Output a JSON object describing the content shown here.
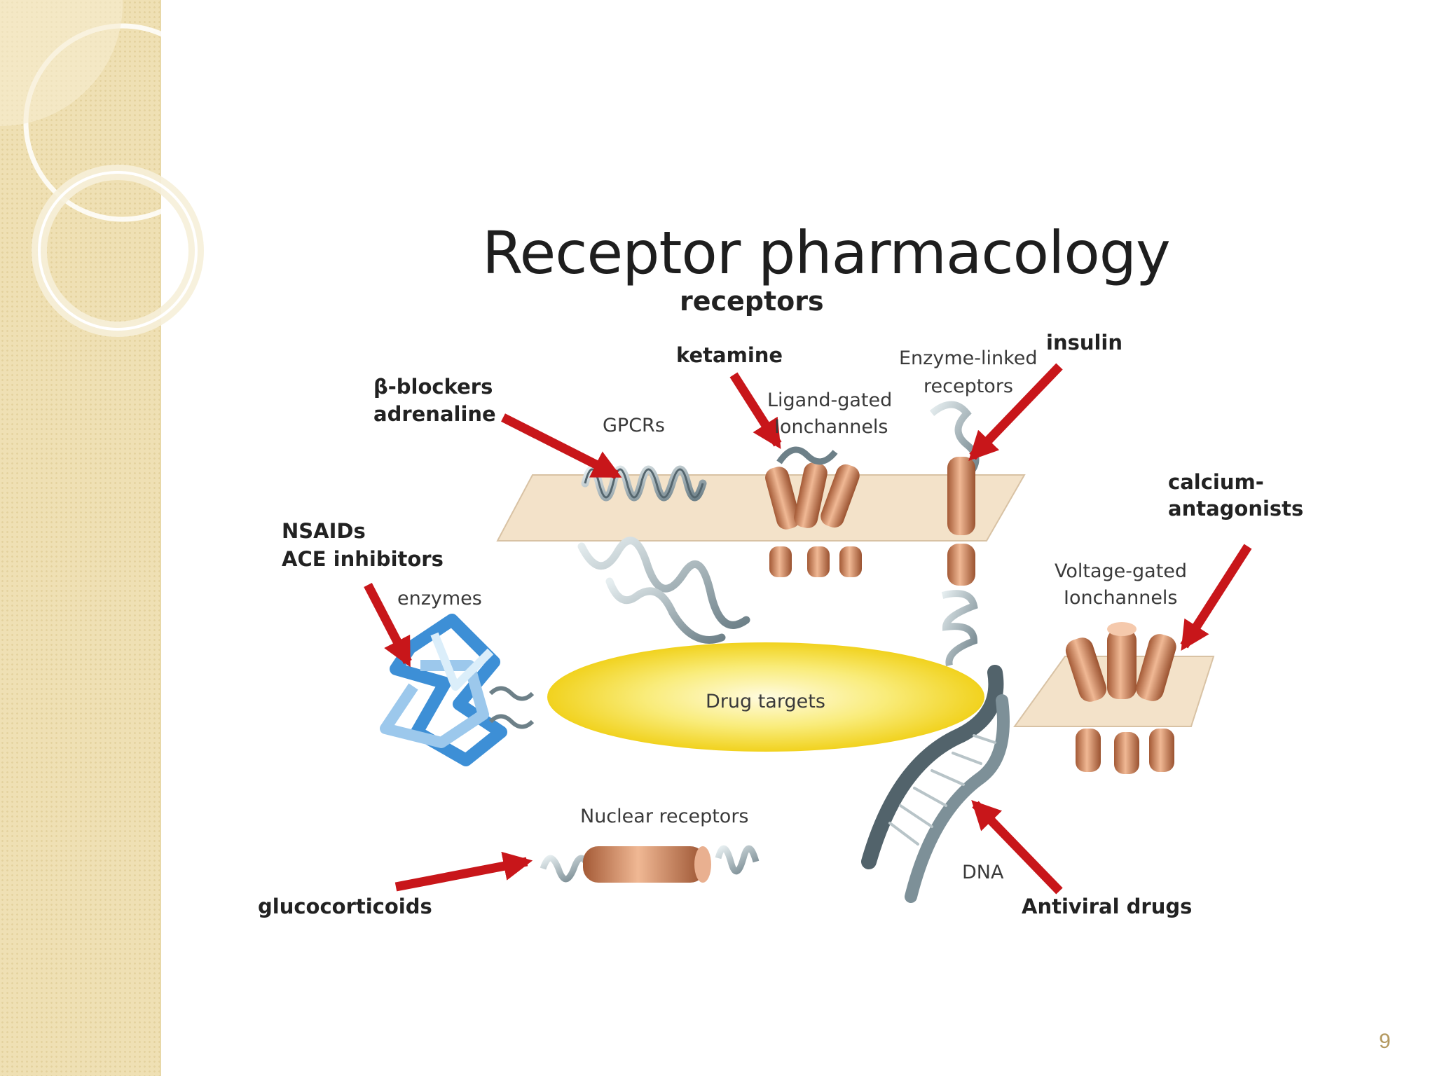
{
  "slide": {
    "title": "Receptor pharmacology",
    "subtitle": "receptors",
    "page_number": "9"
  },
  "targets": {
    "gpcrs": "GPCRs",
    "ligand_gated_1": "Ligand-gated",
    "ligand_gated_2": "Ionchannels",
    "enzyme_linked_1": "Enzyme-linked",
    "enzyme_linked_2": "receptors",
    "enzymes": "enzymes",
    "voltage_gated_1": "Voltage-gated",
    "voltage_gated_2": "Ionchannels",
    "center": "Drug targets",
    "nuclear": "Nuclear receptors",
    "dna": "DNA"
  },
  "drugs": {
    "beta_blockers": "β-blockers",
    "adrenaline": "adrenaline",
    "ketamine": "ketamine",
    "insulin": "insulin",
    "calcium_1": "calcium-",
    "calcium_2": "antagonists",
    "nsaids": "NSAIDs",
    "ace": "ACE inhibitors",
    "glucocorticoids": "glucocorticoids",
    "antiviral": "Antiviral drugs"
  },
  "colors": {
    "arrow": "#c8161a",
    "membrane": "#f3e2c9",
    "cylinder": "#d29572",
    "ellipse": "#f6e23a",
    "sidebar": "#efe0b4",
    "page_number": "#b3985e"
  }
}
